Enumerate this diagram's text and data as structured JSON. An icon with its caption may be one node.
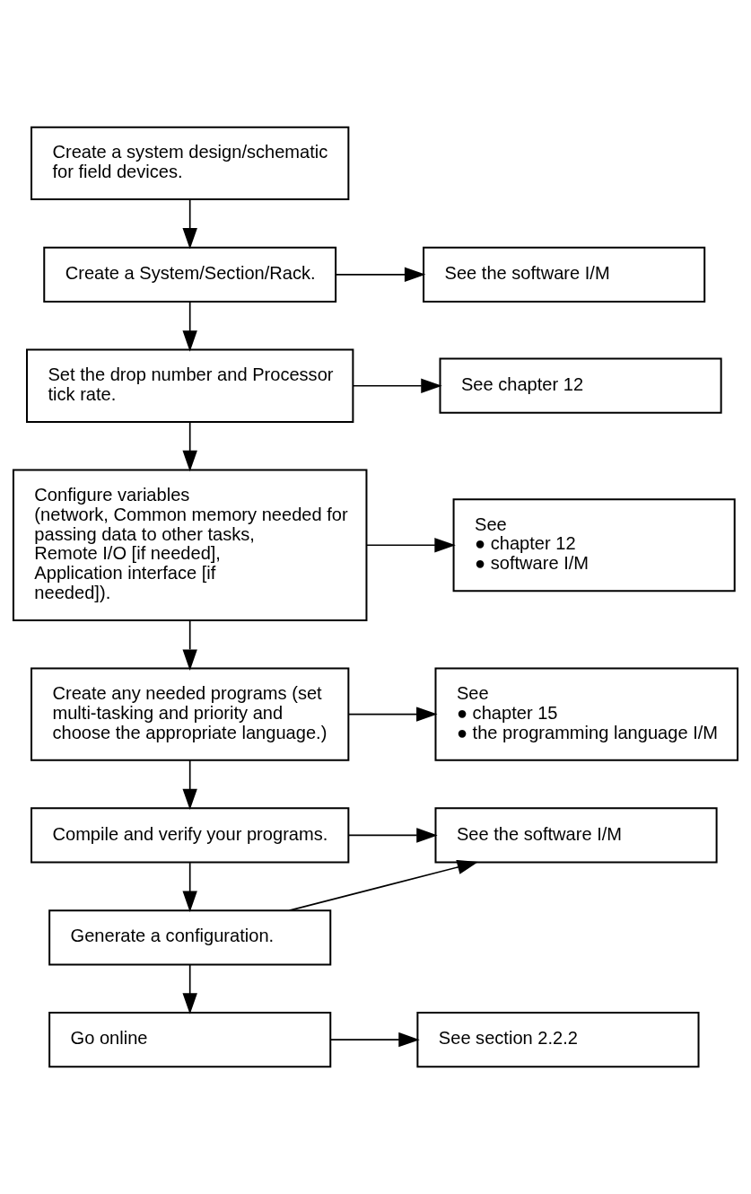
{
  "diagram": {
    "nodes": [
      {
        "text": [
          "Create a system design/schematic for field devices."
        ]
      },
      {
        "text": [
          "Create a System/Section/Rack."
        ]
      },
      {
        "text": [
          "See the software I/M"
        ]
      },
      {
        "text": [
          "Set the drop number and Processor tick rate."
        ]
      },
      {
        "text": [
          "See chapter 12"
        ]
      },
      {
        "text": [
          "Configure variables",
          "(network, Common memory needed for passing data to other tasks, Remote I/O [if needed], Application interface [if needed])."
        ]
      },
      {
        "text": [
          "See",
          "● chapter 12",
          "● software I/M"
        ]
      },
      {
        "text": [
          "Create any needed programs (set multi-tasking and priority and choose the appropriate language.)"
        ]
      },
      {
        "text": [
          "See",
          "● chapter 15",
          "● the programming language I/M"
        ]
      },
      {
        "text": [
          "Compile and verify your programs."
        ]
      },
      {
        "text": [
          "See the software I/M"
        ]
      },
      {
        "text": [
          "Generate a configuration."
        ]
      },
      {
        "text": [
          "Go online"
        ]
      },
      {
        "text": [
          "See section 2.2.2"
        ]
      }
    ],
    "edges": [
      {
        "from": 0,
        "to": 1,
        "arrow": "to"
      },
      {
        "from": 1,
        "to": 2,
        "arrow": "to"
      },
      {
        "from": 1,
        "to": 3,
        "arrow": "to"
      },
      {
        "from": 3,
        "to": 4,
        "arrow": "to"
      },
      {
        "from": 3,
        "to": 5,
        "arrow": "to"
      },
      {
        "from": 5,
        "to": 6,
        "arrow": "to"
      },
      {
        "from": 5,
        "to": 7,
        "arrow": "to"
      },
      {
        "from": 7,
        "to": 8,
        "arrow": "to"
      },
      {
        "from": 7,
        "to": 9,
        "arrow": "to"
      },
      {
        "from": 9,
        "to": 10,
        "arrow": "to"
      },
      {
        "from": 9,
        "to": 11,
        "arrow": "to"
      },
      {
        "from": 11,
        "to": 10,
        "arrow": "to"
      },
      {
        "from": 11,
        "to": 12,
        "arrow": "to"
      },
      {
        "from": 12,
        "to": 13,
        "arrow": "to"
      }
    ]
  }
}
